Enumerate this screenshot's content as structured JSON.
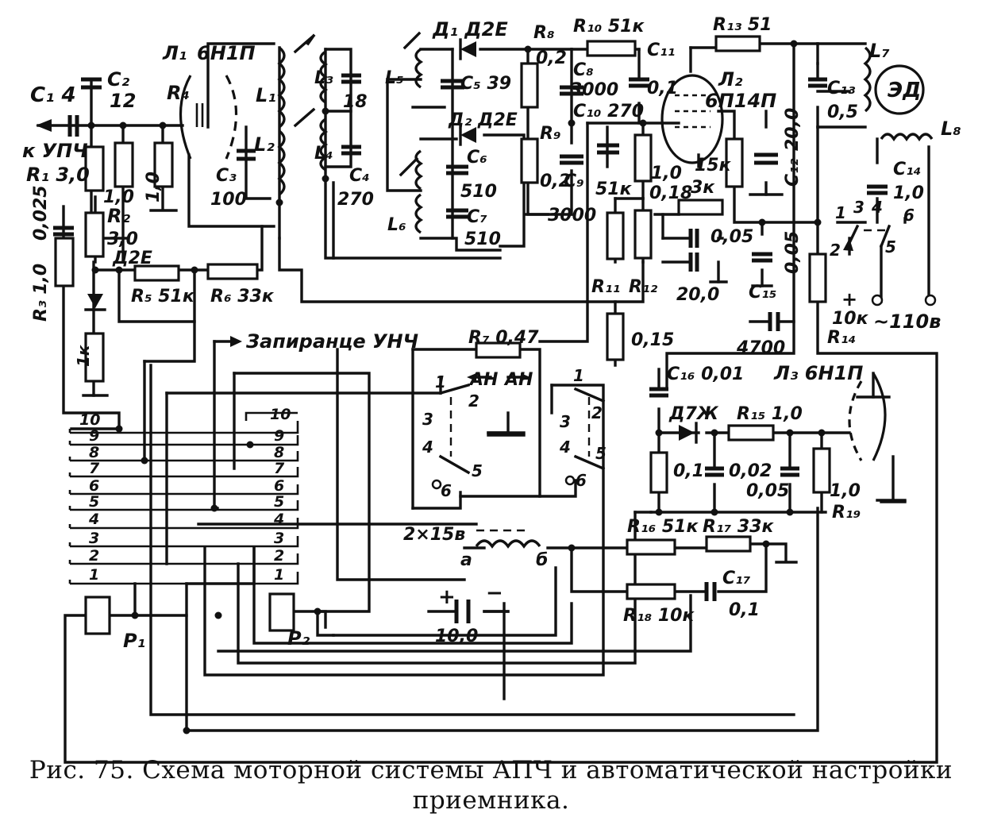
{
  "figure": {
    "caption_line1": "Рис. 75. Схема моторной системы АПЧ и автоматической настройки",
    "caption_line2": "приемника."
  },
  "labels": {
    "c1": "С₁ 4",
    "c2": "С₂",
    "c2_val": "12",
    "to_upch": "к УПЧ",
    "r1": "R₁ 3,0",
    "r1_10": "1,0",
    "r2": "R₂",
    "r2_val": "3,0",
    "d2e_l": "Д2Е",
    "v0025": "0,025",
    "r3": "R₃ 1,0",
    "r4": "R₄",
    "r4_val": "1,0",
    "r5": "R₅ 51к",
    "r6": "R₆ 33к",
    "r_1k": "1к",
    "l1_tube": "Л₁",
    "tube1": "6Н1П",
    "L1": "L₁",
    "L2": "L₂",
    "c3": "С₃",
    "c3_val": "100",
    "L3": "L₃",
    "v18": "18",
    "L4": "L₄",
    "c4": "С₄",
    "v270": "270",
    "L5": "L₅",
    "L6": "L₆",
    "d1": "Д₁ Д2Е",
    "c5": "С₅ 39",
    "d2": "Д₂ Д2Е",
    "c6": "С₆",
    "v510a": "510",
    "c7": "С₇",
    "v510b": "510",
    "r8": "R₈",
    "v02a": "0,2",
    "r9": "R₉",
    "v02b": "0,2",
    "r10": "R₁₀ 51к",
    "c8": "С₈",
    "v3000a": "3000",
    "c9": "С₉",
    "v3000b": "3000",
    "c10": "С₁₀ 270",
    "c11": "С₁₁",
    "v01a": "0,1",
    "l2_tube": "Л₂",
    "tube2": "6П14П",
    "r13": "R₁₃ 51",
    "v10a": "1,0",
    "v018": "0,18",
    "v51k": "51к",
    "v3k": "3к",
    "v15k": "15к",
    "c12": "С₁₂",
    "v200a": "20,0",
    "L7": "L₇",
    "c13": "С₁₃",
    "v05": "0,5",
    "ed": "ЭД",
    "L8": "L₈",
    "c14": "С₁₄",
    "v10b": "1,0",
    "v005a": "0,05",
    "v005b": "0,05",
    "v200b": "20,0",
    "r11": "R₁₁",
    "r12": "R₁₂",
    "c15": "С₁₅",
    "v4700": "4700",
    "v10k": "10к",
    "r14": "R₁₄",
    "mains": "~110в",
    "zap": "Запиранце УНЧ",
    "r7": "R₇ 0,47",
    "an_l": "АН",
    "an_r": "АН",
    "v015": "0,15",
    "c16": "С₁₆ 0,01",
    "tube3": "Л₃ 6Н1П",
    "d7": "Д7Ж",
    "r15": "R₁₅ 1,0",
    "v01b": "0,1",
    "v002": "0,02",
    "v005c": "0,05",
    "v10c": "1,0",
    "r19": "R₁₉",
    "xfmr": "2×15в",
    "tap_a": "а",
    "tap_b": "б",
    "r16": "R₁₆ 51к",
    "r17": "R₁₇ 33к",
    "c17": "С₁₇",
    "v01c": "0,1",
    "r18": "R₁₈ 10к",
    "v100": "10,0",
    "p1": "Р₁",
    "p2": "Р₂",
    "plus": "+",
    "minus": "−",
    "plus_b": "+",
    "s1_1": "1",
    "s1_2": "2",
    "s1_3": "3",
    "s1_4": "4",
    "s1_5": "5",
    "s1_6": "6",
    "s2_1": "1",
    "s2_2": "2",
    "s2_3": "3",
    "s2_4": "4",
    "s2_5": "5",
    "s2_6": "6",
    "sw_1": "1",
    "sw_2": "2",
    "sw_3": "3",
    "sw_4": "4",
    "sw_5": "5",
    "sw_6": "6"
  },
  "bus_left": [
    "10",
    "9",
    "8",
    "7",
    "6",
    "5",
    "4",
    "3",
    "2",
    "1"
  ],
  "bus_right": [
    "10",
    "9",
    "8",
    "7",
    "6",
    "5",
    "4",
    "3",
    "2",
    "1"
  ]
}
